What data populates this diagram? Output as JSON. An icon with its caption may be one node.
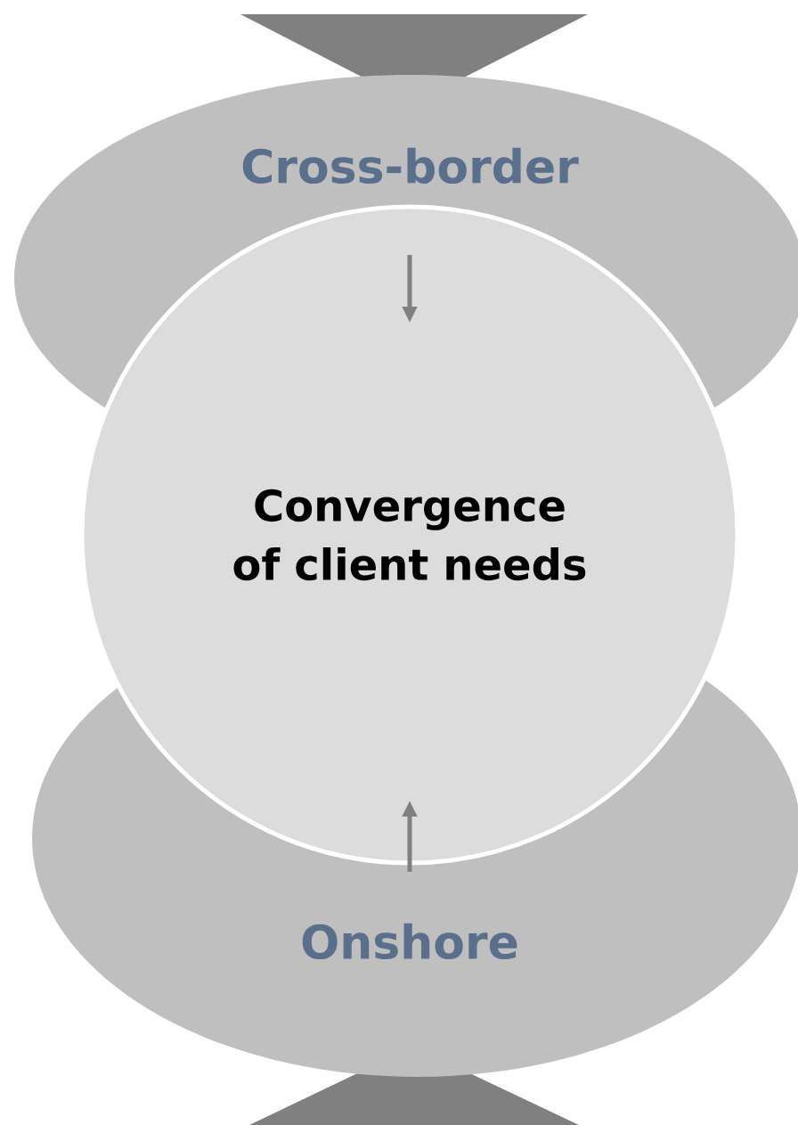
{
  "diagram": {
    "nodes": [
      {
        "text": [
          "Cross-border"
        ]
      },
      {
        "text": [
          "Convergence of client needs"
        ]
      },
      {
        "text": [
          "Onshore"
        ]
      }
    ],
    "edges": [
      {
        "from": 0,
        "to": 1,
        "arrow": "to"
      },
      {
        "from": 2,
        "to": 1,
        "arrow": "to"
      }
    ]
  }
}
